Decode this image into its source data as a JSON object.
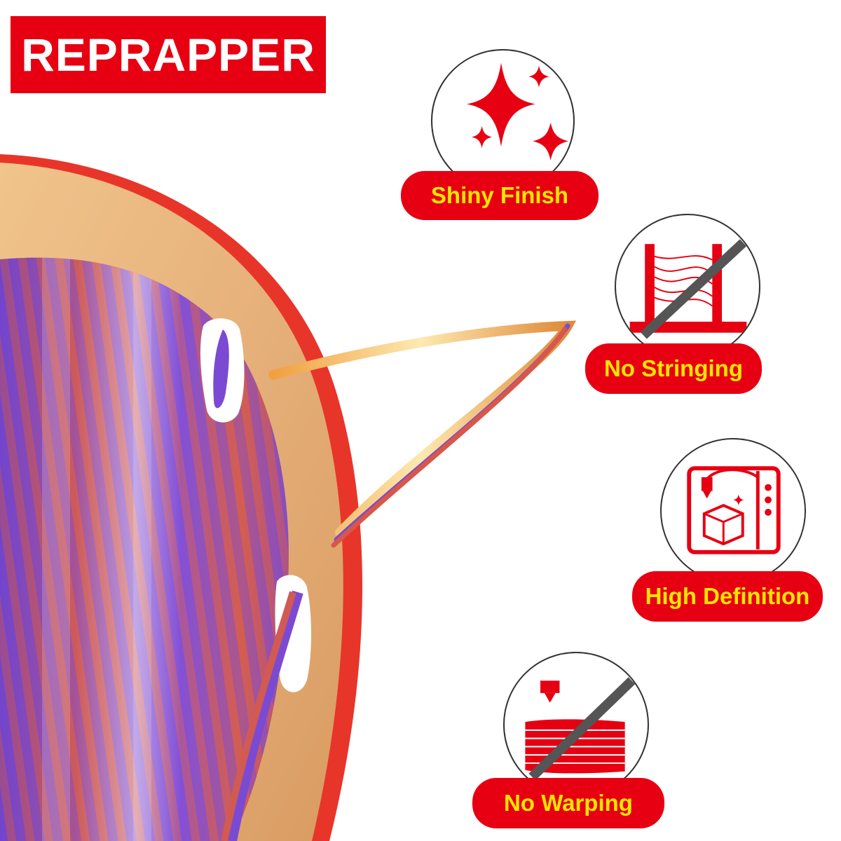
{
  "brand": {
    "name": "REPRAPPER",
    "color": "#e60012",
    "text_color": "#ffffff"
  },
  "features": [
    {
      "label": "Shiny Finish",
      "icon": "sparkle-icon"
    },
    {
      "label": "No Stringing",
      "icon": "no-stringing-icon"
    },
    {
      "label": "High Definition",
      "icon": "printer-icon"
    },
    {
      "label": "No Warping",
      "icon": "no-warping-icon"
    }
  ],
  "colors": {
    "accent_red": "#e60012",
    "label_yellow": "#ffe500",
    "prohibition_gray": "#555555",
    "spool_flange": "#e8b27a",
    "filament_purple": "#7a4fd6",
    "filament_copper": "#d8574a"
  }
}
